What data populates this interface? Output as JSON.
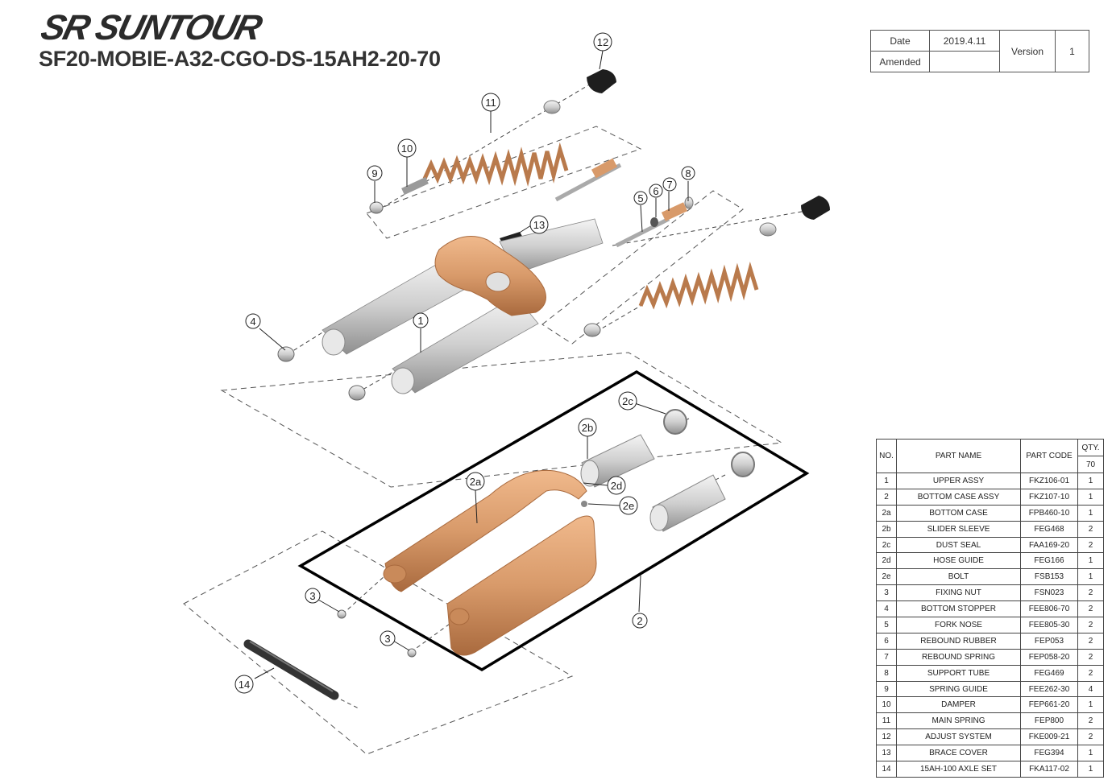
{
  "header": {
    "brand": "SR SUNTOUR",
    "model": "SF20-MOBIE-A32-CGO-DS-15AH2-20-70"
  },
  "revision": {
    "date_label": "Date",
    "date_value": "2019.4.11",
    "amended_label": "Amended",
    "amended_value": "",
    "version_label": "Version",
    "version_value": "1"
  },
  "parts_table": {
    "headers": {
      "no": "NO.",
      "name": "PART NAME",
      "code": "PART CODE",
      "qty": "QTY.",
      "qty_sub": "70"
    },
    "rows": [
      {
        "no": "1",
        "name": "UPPER ASSY",
        "code": "FKZ106-01",
        "qty": "1"
      },
      {
        "no": "2",
        "name": "BOTTOM CASE ASSY",
        "code": "FKZ107-10",
        "qty": "1"
      },
      {
        "no": "2a",
        "name": "BOTTOM CASE",
        "code": "FPB460-10",
        "qty": "1"
      },
      {
        "no": "2b",
        "name": "SLIDER SLEEVE",
        "code": "FEG468",
        "qty": "2"
      },
      {
        "no": "2c",
        "name": "DUST SEAL",
        "code": "FAA169-20",
        "qty": "2"
      },
      {
        "no": "2d",
        "name": "HOSE GUIDE",
        "code": "FEG166",
        "qty": "1"
      },
      {
        "no": "2e",
        "name": "BOLT",
        "code": "FSB153",
        "qty": "1"
      },
      {
        "no": "3",
        "name": "FIXING NUT",
        "code": "FSN023",
        "qty": "2"
      },
      {
        "no": "4",
        "name": "BOTTOM STOPPER",
        "code": "FEE806-70",
        "qty": "2"
      },
      {
        "no": "5",
        "name": "FORK NOSE",
        "code": "FEE805-30",
        "qty": "2"
      },
      {
        "no": "6",
        "name": "REBOUND RUBBER",
        "code": "FEP053",
        "qty": "2"
      },
      {
        "no": "7",
        "name": "REBOUND SPRING",
        "code": "FEP058-20",
        "qty": "2"
      },
      {
        "no": "8",
        "name": "SUPPORT TUBE",
        "code": "FEG469",
        "qty": "2"
      },
      {
        "no": "9",
        "name": "SPRING GUIDE",
        "code": "FEE262-30",
        "qty": "4"
      },
      {
        "no": "10",
        "name": "DAMPER",
        "code": "FEP661-20",
        "qty": "1"
      },
      {
        "no": "11",
        "name": "MAIN SPRING",
        "code": "FEP800",
        "qty": "2"
      },
      {
        "no": "12",
        "name": "ADJUST SYSTEM",
        "code": "FKE009-21",
        "qty": "2"
      },
      {
        "no": "13",
        "name": "BRACE COVER",
        "code": "FEG394",
        "qty": "1"
      },
      {
        "no": "14",
        "name": "15AH-100 AXLE SET",
        "code": "FKA117-02",
        "qty": "1"
      }
    ]
  },
  "callouts": {
    "c12": "12",
    "c11": "11",
    "c10": "10",
    "c9": "9",
    "c13": "13",
    "c5": "5",
    "c6": "6",
    "c7": "7",
    "c8": "8",
    "c4": "4",
    "c1": "1",
    "c2c": "2c",
    "c2b": "2b",
    "c2a": "2a",
    "c2d": "2d",
    "c2e": "2e",
    "c2": "2",
    "c3a": "3",
    "c3b": "3",
    "c14": "14"
  },
  "colors": {
    "copper": "#d89a6a",
    "copper_dark": "#b97a4c",
    "silver": "#d8d8d8",
    "silver_dark": "#9a9a9a",
    "black_part": "#1e1e1e"
  }
}
